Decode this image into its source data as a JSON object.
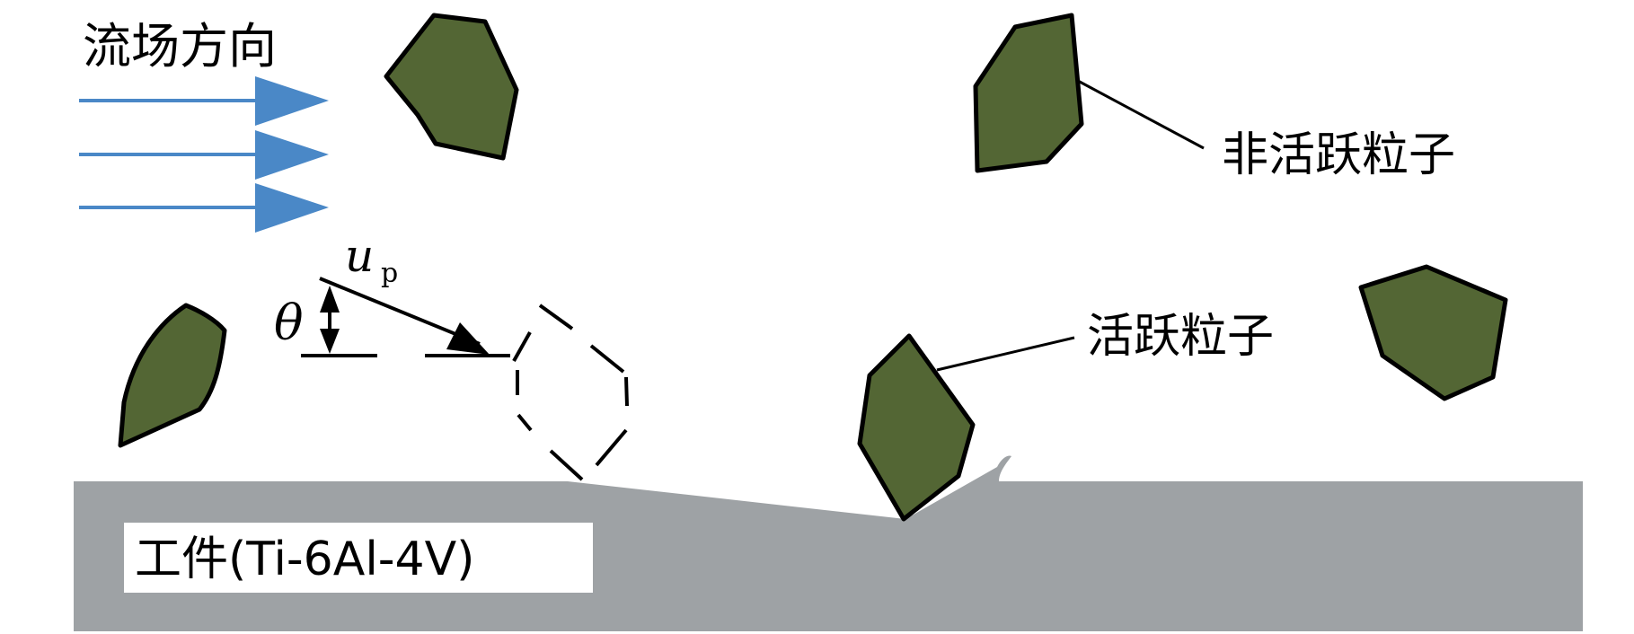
{
  "labels": {
    "flow_direction": "流场方向",
    "inactive_particle": "非活跃粒子",
    "active_particle": "活跃粒子",
    "workpiece": "工件(Ti-6Al-4V)",
    "velocity_symbol": "u",
    "velocity_subscript": "p",
    "angle_symbol": "θ"
  },
  "colors": {
    "particle_fill": "#536634",
    "workpiece_gray": "#9ea2a5",
    "flow_arrow_blue": "#4a88c7",
    "outline": "#000000"
  }
}
